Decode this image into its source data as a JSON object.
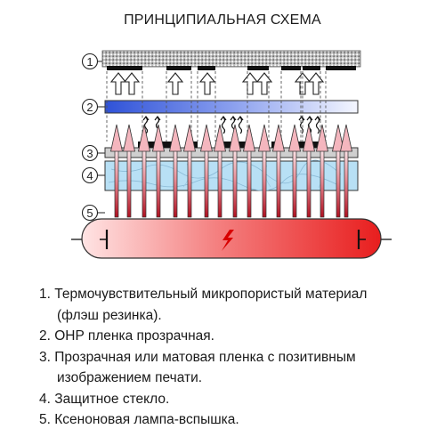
{
  "title": "ПРИНЦИПИАЛЬНАЯ СХЕМА",
  "layers": [
    {
      "number": "1",
      "name": "microporous-material"
    },
    {
      "number": "2",
      "name": "ohp-film"
    },
    {
      "number": "3",
      "name": "image-film"
    },
    {
      "number": "4",
      "name": "protective-glass"
    },
    {
      "number": "5",
      "name": "xenon-flash-lamp"
    }
  ],
  "colors": {
    "gradient_blue": "#2f52d8",
    "lamp_red": "#e81e1e",
    "glass_blue": "#b8e0f5",
    "arrow_pink": "#f0a0a8"
  },
  "legend": [
    {
      "num": "1.",
      "line1": "Термочувствительный микропористый материал",
      "line2": "(флэш резинка)."
    },
    {
      "num": "2.",
      "line1": "OHP пленка прозрачная."
    },
    {
      "num": "3.",
      "line1": "Прозрачная или матовая пленка с позитивным",
      "line2": "изображением печати."
    },
    {
      "num": "4.",
      "line1": "Защитное стекло."
    },
    {
      "num": "5.",
      "line1": "Ксеноновая лампа-вспышка."
    }
  ]
}
